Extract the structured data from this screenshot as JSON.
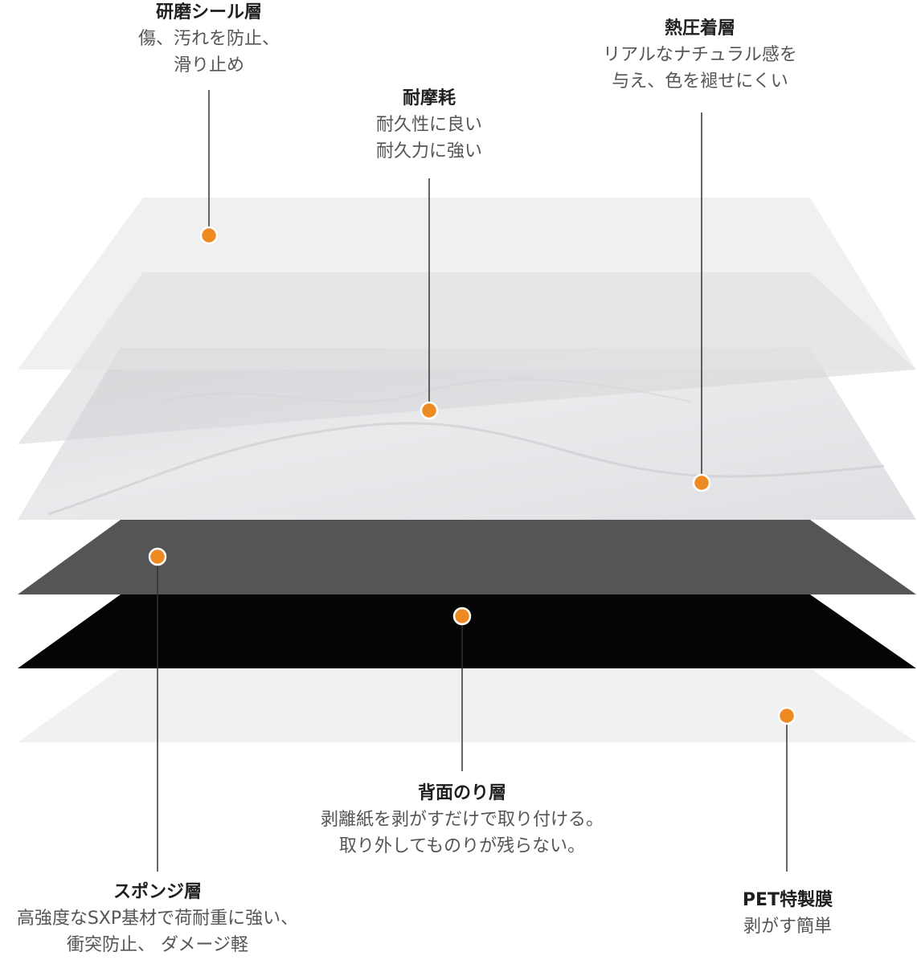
{
  "colors": {
    "marker_fill": "#ee8a22",
    "marker_stroke": "#ffffff",
    "leader_line": "#333333",
    "layer_clear": "#eeeeee",
    "layer_marble": "#e3e4e6",
    "layer_sponge": "#555555",
    "layer_adhesive": "#050505",
    "layer_film": "#f1f1f1"
  },
  "layers": {
    "top_coat": {
      "title": "研磨シール層",
      "lines": [
        "傷、汚れを防止、",
        "滑り止め"
      ]
    },
    "wear": {
      "title": "耐摩耗",
      "lines": [
        "耐久性に良い",
        "耐久力に強い"
      ]
    },
    "print": {
      "title": "熱圧着層",
      "lines": [
        "リアルなナチュラル感を",
        "与え、色を褪せにくい"
      ]
    },
    "sponge": {
      "title": "スポンジ層",
      "lines": [
        "高強度なSXP基材で荷耐重に強い、",
        "衝突防止、 ダメージ軽"
      ]
    },
    "adhesive": {
      "title": "背面のり層",
      "lines": [
        "剥離紙を剥がすだけで取り付ける。",
        "取り外してものりが残らない。"
      ]
    },
    "film": {
      "title": "PET特製膜",
      "lines": [
        "剥がす簡単"
      ]
    }
  }
}
